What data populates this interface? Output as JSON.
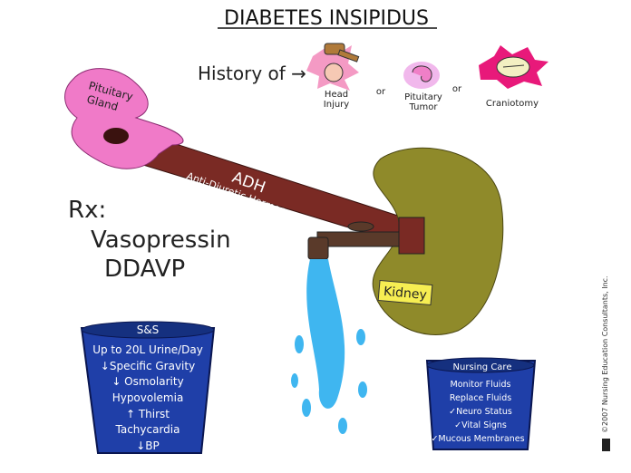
{
  "title": "DIABETES INSIPIDUS",
  "history": {
    "label": "History of →",
    "causes": [
      {
        "label_line1": "Head",
        "label_line2": "Injury"
      },
      {
        "label_line1": "Pituitary",
        "label_line2": "Tumor"
      },
      {
        "label_line1": "Craniotomy",
        "label_line2": ""
      }
    ],
    "separator": "or"
  },
  "gland": {
    "line1": "Pituitary",
    "line2": "Gland"
  },
  "hormone": {
    "abbr": "ADH",
    "full": "Anti-Diuretic Hormone"
  },
  "kidney_label": "Kidney",
  "rx": {
    "heading": "Rx:",
    "drugs": [
      "Vasopressin",
      "DDAVP"
    ]
  },
  "signs": {
    "heading": "S&S",
    "items": [
      "Up to 20L Urine/Day",
      "↓Specific Gravity",
      "↓ Osmolarity",
      "Hypovolemia",
      "↑ Thirst",
      "Tachycardia",
      "↓BP"
    ]
  },
  "nursing": {
    "heading": "Nursing Care",
    "items": [
      "Monitor Fluids",
      "Replace Fluids",
      "✓Neuro Status",
      "✓Vital Signs",
      "✓Mucous Membranes"
    ]
  },
  "copyright": "©2007 Nursing Education Consultants, Inc.",
  "colors": {
    "bucket": "#1f3fa8",
    "adh_arm": "#7a2a24",
    "kidney": "#8f8a2a",
    "water": "#3fb6f0",
    "gland": "#f07ac8",
    "label": "#f6ee52"
  }
}
